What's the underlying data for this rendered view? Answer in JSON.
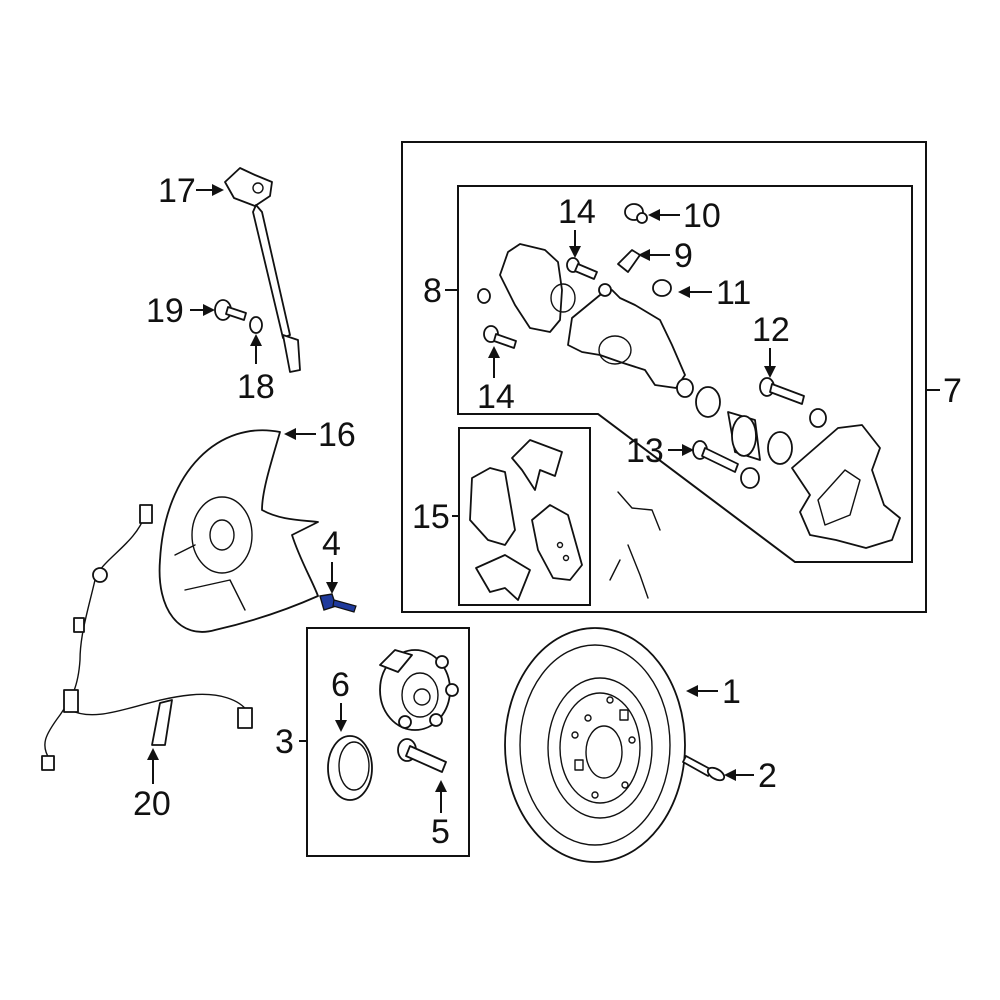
{
  "diagram": {
    "highlight_color": "#1f3a9c",
    "callouts": [
      {
        "id": "c1",
        "text": "1"
      },
      {
        "id": "c2",
        "text": "2"
      },
      {
        "id": "c3",
        "text": "3"
      },
      {
        "id": "c4",
        "text": "4"
      },
      {
        "id": "c5",
        "text": "5"
      },
      {
        "id": "c6",
        "text": "6"
      },
      {
        "id": "c7",
        "text": "7"
      },
      {
        "id": "c8",
        "text": "8"
      },
      {
        "id": "c9",
        "text": "9"
      },
      {
        "id": "c10",
        "text": "10"
      },
      {
        "id": "c11",
        "text": "11"
      },
      {
        "id": "c12",
        "text": "12"
      },
      {
        "id": "c13",
        "text": "13"
      },
      {
        "id": "c14a",
        "text": "14"
      },
      {
        "id": "c14b",
        "text": "14"
      },
      {
        "id": "c15",
        "text": "15"
      },
      {
        "id": "c16",
        "text": "16"
      },
      {
        "id": "c17",
        "text": "17"
      },
      {
        "id": "c18",
        "text": "18"
      },
      {
        "id": "c19",
        "text": "19"
      },
      {
        "id": "c20",
        "text": "20"
      }
    ]
  }
}
